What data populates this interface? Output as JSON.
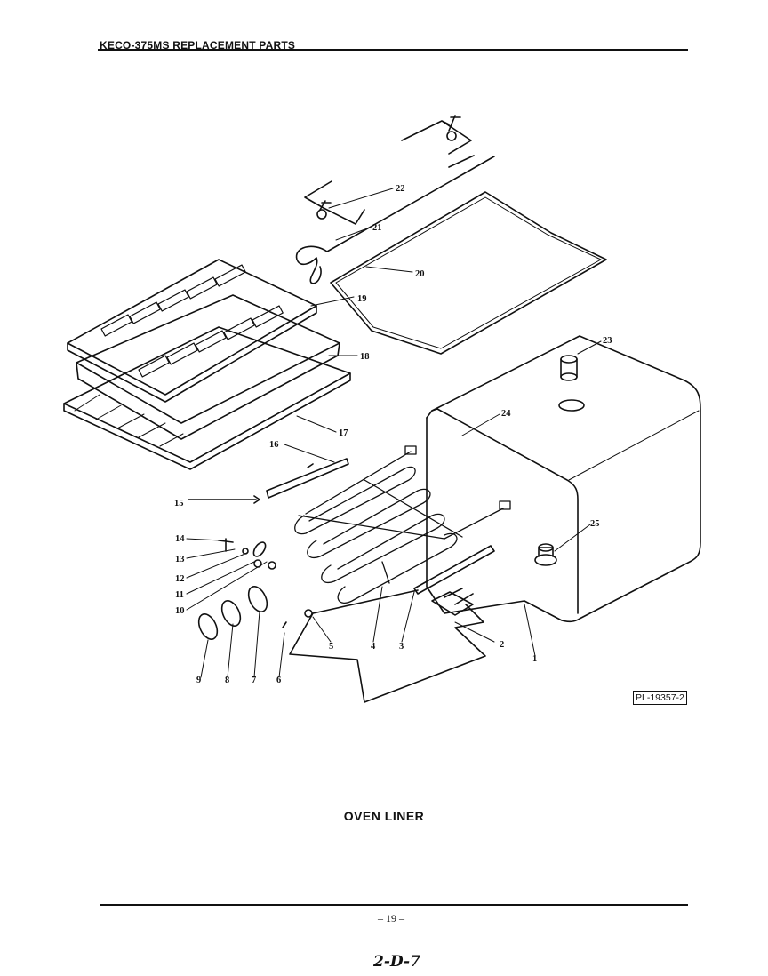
{
  "header": {
    "title": "KECO-375MS REPLACEMENT PARTS"
  },
  "diagram": {
    "caption": "OVEN LINER",
    "plate_id": "PL-19357-2",
    "part_labels": [
      "1",
      "2",
      "3",
      "4",
      "5",
      "6",
      "7",
      "8",
      "9",
      "10",
      "11",
      "12",
      "13",
      "14",
      "15",
      "16",
      "17",
      "18",
      "19",
      "20",
      "21",
      "22",
      "23",
      "24",
      "25"
    ]
  },
  "footer": {
    "page_number": "– 19 –",
    "handwritten_note": "2-D-7"
  }
}
